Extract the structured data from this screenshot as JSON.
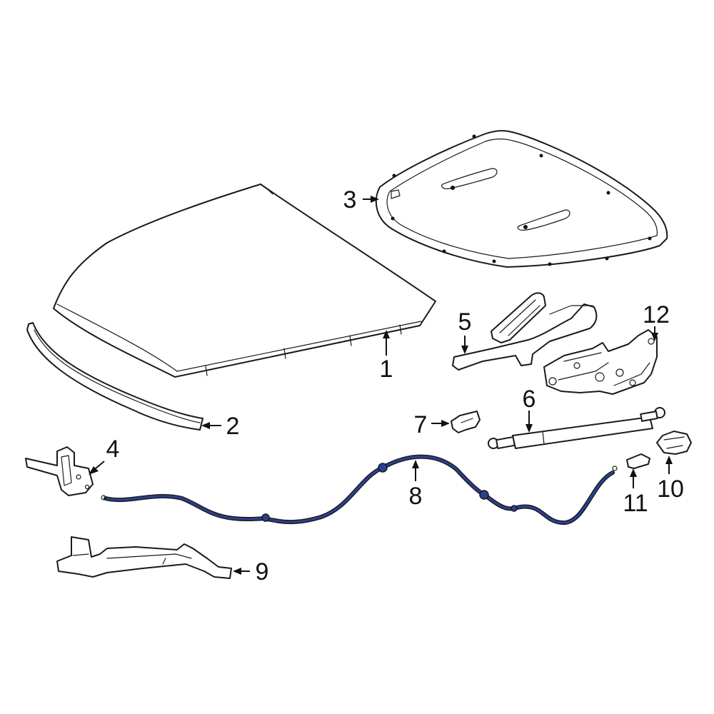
{
  "diagram": {
    "accent_color": "#2a3f8f",
    "callouts": [
      {
        "id": "hood",
        "label": "1"
      },
      {
        "id": "seal",
        "label": "2"
      },
      {
        "id": "insulator",
        "label": "3"
      },
      {
        "id": "latch",
        "label": "4"
      },
      {
        "id": "hinge-left",
        "label": "5"
      },
      {
        "id": "support-strut",
        "label": "6"
      },
      {
        "id": "clip",
        "label": "7"
      },
      {
        "id": "release-cable",
        "label": "8"
      },
      {
        "id": "bracket",
        "label": "9"
      },
      {
        "id": "release-handle",
        "label": "10"
      },
      {
        "id": "cable-clip",
        "label": "11"
      },
      {
        "id": "hinge-right",
        "label": "12"
      }
    ]
  }
}
